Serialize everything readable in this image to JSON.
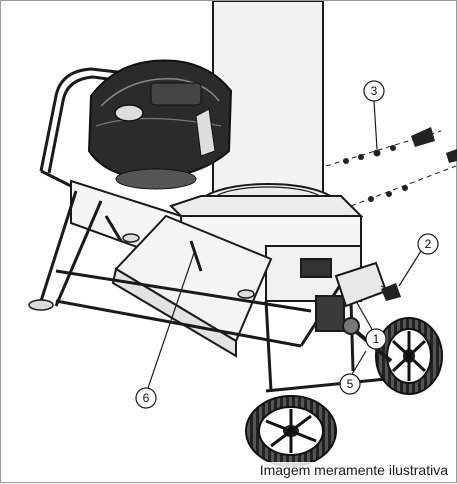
{
  "caption": "Imagem meramente ilustrativa",
  "callouts": [
    {
      "label": "1"
    },
    {
      "label": "2"
    },
    {
      "label": "3"
    },
    {
      "label": "5"
    },
    {
      "label": "6"
    }
  ],
  "colors": {
    "line": "#1a1a1a",
    "background": "#ffffff",
    "frame": "#9a9a9a",
    "engine_dark": "#2b2b2b"
  }
}
